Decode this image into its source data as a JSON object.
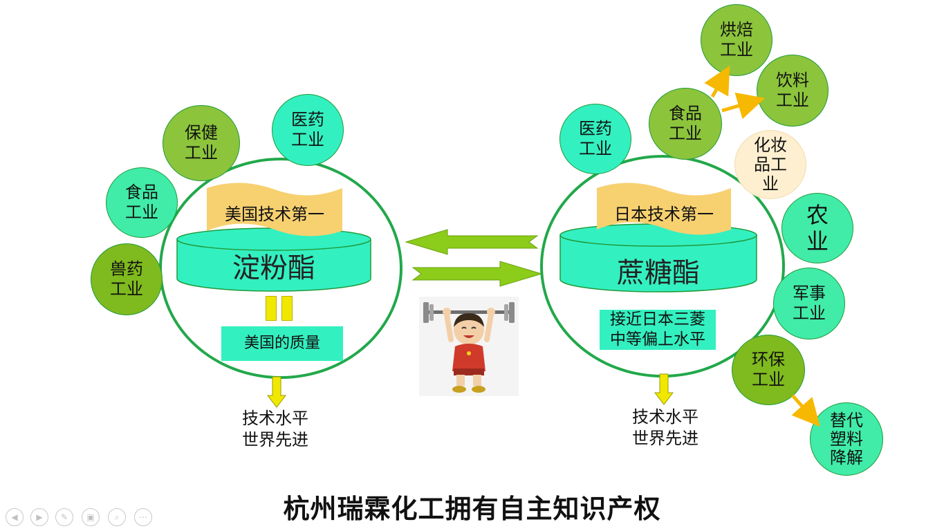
{
  "colors": {
    "green_dark": "#8cc43c",
    "green_olive": "#7fba1e",
    "teal": "#33f0c0",
    "mint": "#40eca8",
    "cream": "#fdefcf",
    "ring": "#22a84a",
    "gold": "#f7d070",
    "yellow_arrow": "#f0e800",
    "orange_arrow": "#f6b800",
    "lime_arrow": "#8ccc1a"
  },
  "left": {
    "cylinder_label": "淀粉酯",
    "banner_label": "美国技术第一",
    "quality_box": "美国的质量",
    "caption": "技术水平\n世界先进",
    "bubbles": {
      "medicine": "医药\n工业",
      "health": "保健\n工业",
      "food": "食品\n工业",
      "veterinary": "兽药\n工业"
    }
  },
  "right": {
    "cylinder_label": "蔗糖酯",
    "banner_label": "日本技术第一",
    "quality_box": "接近日本三菱\n中等偏上水平",
    "caption": "技术水平\n世界先进",
    "bubbles": {
      "medicine": "医药\n工业",
      "food": "食品\n工业",
      "baking": "烘焙\n工业",
      "beverage": "饮料\n工业",
      "cosmetics": "化妆\n品工\n业",
      "agriculture": "农\n业",
      "military": "军事\n工业",
      "environment": "环保\n工业",
      "plastic": "替代\n塑料\n降解"
    }
  },
  "title": "杭州瑞霖化工拥有自主知识产权",
  "controls": {
    "prev_icon": "chevron-left-icon",
    "next_icon": "chevron-right-icon",
    "pen_icon": "pen-icon",
    "slides_icon": "slides-icon",
    "zoom_icon": "magnifier-icon",
    "more_icon": "more-icon"
  }
}
